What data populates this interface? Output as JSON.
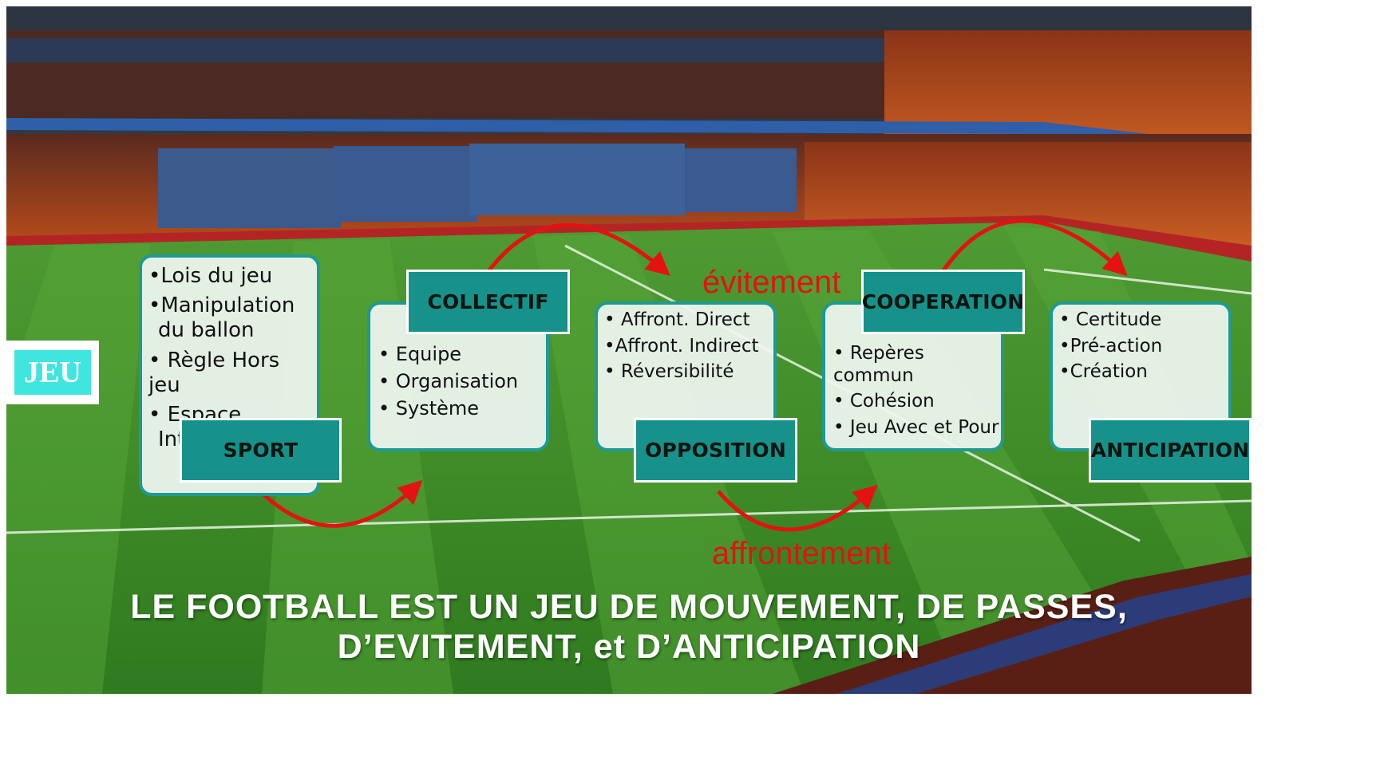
{
  "jeu": "JEU",
  "cards": [
    {
      "items": [
        "•Lois du jeu",
        "•Manipulation du ballon",
        "• Règle Hors jeu",
        "• Espace Interpénétré"
      ],
      "header": "SPORT"
    },
    {
      "items": [
        "• Equipe",
        "• Organisation",
        "• Système"
      ],
      "header": "COLLECTIF"
    },
    {
      "items": [
        "• Affront. Direct",
        "•Affront. Indirect",
        "• Réversibilité"
      ],
      "header": "OPPOSITION"
    },
    {
      "items": [
        "• Repères commun",
        "• Cohésion",
        "• Jeu Avec et Pour"
      ],
      "header": "COOPERATION"
    },
    {
      "items": [
        "• Certitude",
        "•Pré-action",
        "•Création"
      ],
      "header": "ANTICIPATION"
    }
  ],
  "labels": {
    "evitement": "évitement",
    "affrontement": "affrontement"
  },
  "banner": {
    "line1": "LE FOOTBALL EST UN JEU DE MOUVEMENT, DE PASSES,",
    "line2": "D’EVITEMENT, et D’ANTICIPATION"
  },
  "colors": {
    "card_border": "#1d9a92",
    "header_fill": "#16928a",
    "arrow": "#e41212",
    "label": "#e41212",
    "jeu_fill": "#41e5df"
  }
}
